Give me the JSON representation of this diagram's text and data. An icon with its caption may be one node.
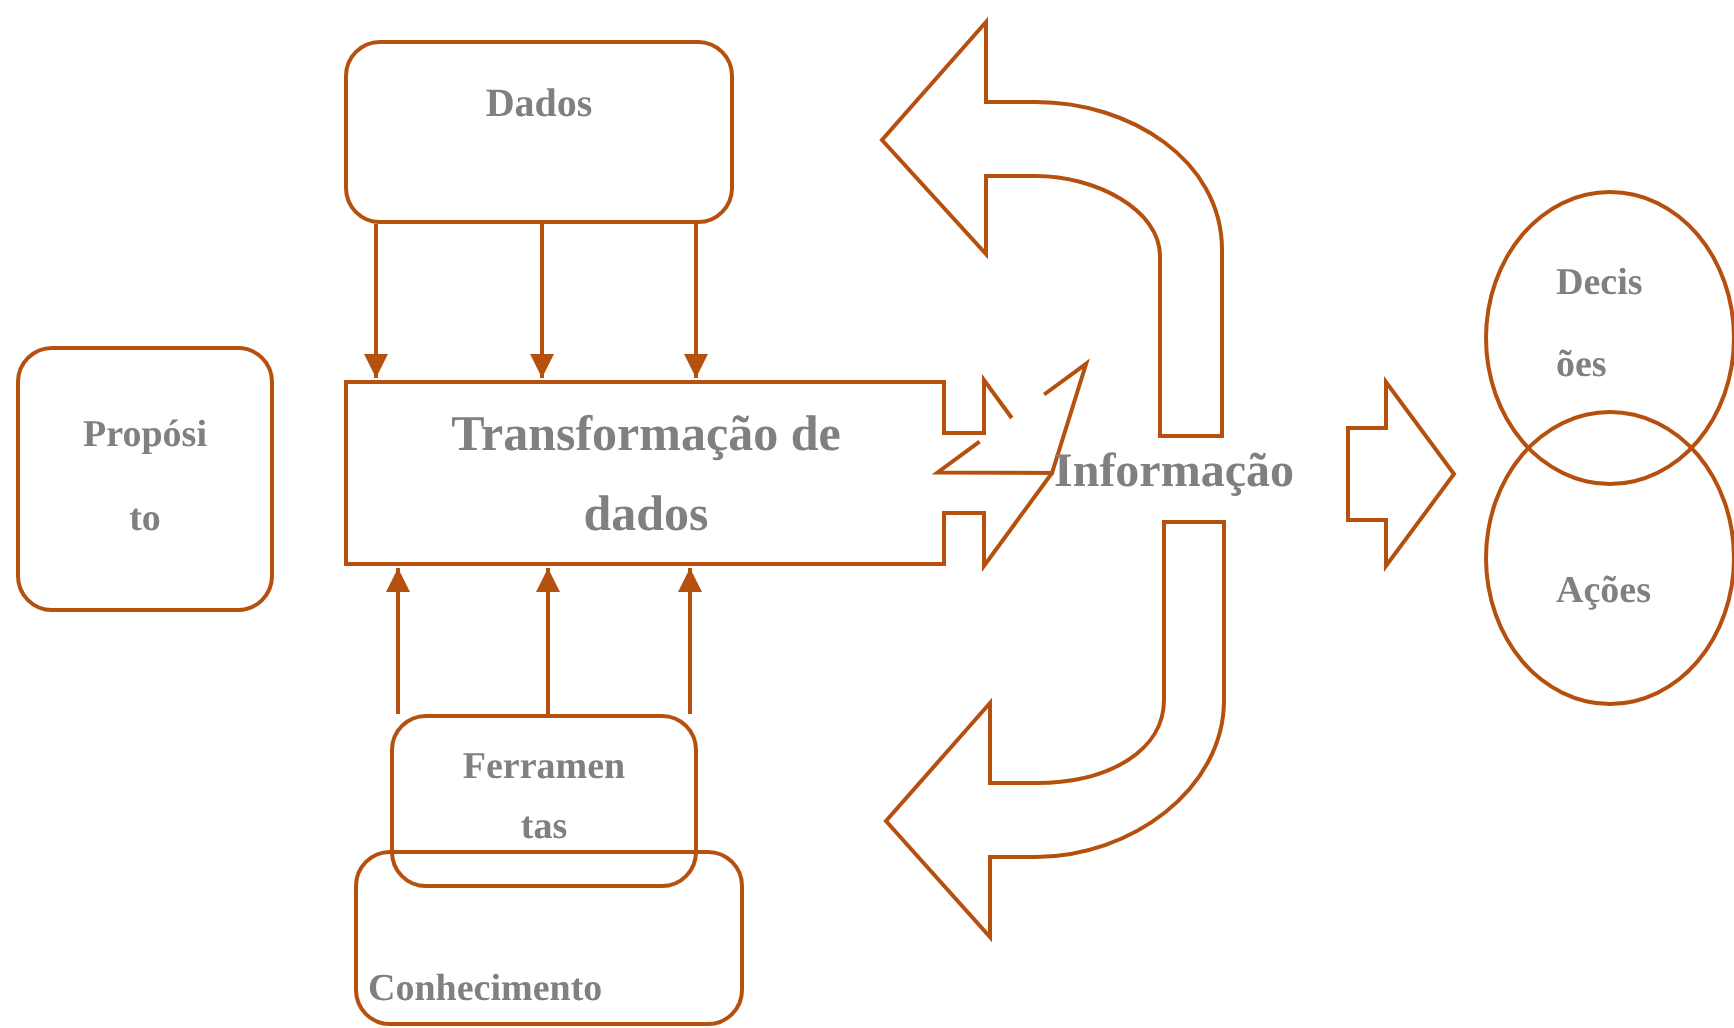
{
  "diagram": {
    "nodes": [
      {
        "text": [
          "Dados"
        ]
      },
      {
        "text": [
          "Propósi to"
        ]
      },
      {
        "text": [
          "Transformação de dados"
        ]
      },
      {
        "text": [
          "Informação"
        ]
      },
      {
        "text": [
          "Decis ões"
        ]
      },
      {
        "text": [
          "Ações"
        ]
      },
      {
        "text": [
          "Ferramen tas"
        ]
      },
      {
        "text": [
          "Conhecimento"
        ]
      }
    ],
    "edges": [
      {
        "from": 0,
        "to": 2,
        "arrow": "to"
      },
      {
        "from": 0,
        "to": 2,
        "arrow": "to"
      },
      {
        "from": 0,
        "to": 2,
        "arrow": "to"
      },
      {
        "from": 6,
        "to": 2,
        "arrow": "to"
      },
      {
        "from": 6,
        "to": 2,
        "arrow": "to"
      },
      {
        "from": 6,
        "to": 2,
        "arrow": "to"
      },
      {
        "from": 2,
        "to": 3,
        "arrow": "to"
      },
      {
        "from": 3,
        "to": 0,
        "arrow": "to"
      },
      {
        "from": 3,
        "to": 6,
        "arrow": "to"
      },
      {
        "from": 3,
        "to": 4,
        "arrow": "to"
      },
      {
        "from": 3,
        "to": 5,
        "arrow": "to"
      }
    ]
  }
}
